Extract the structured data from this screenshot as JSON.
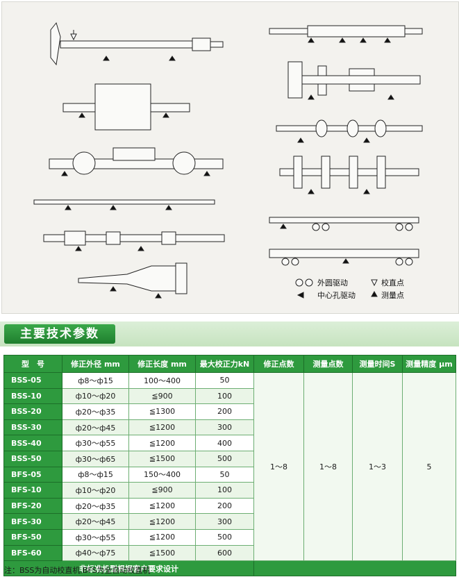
{
  "legend": {
    "outer_drive": "外圆驱动",
    "center_drive": "中心孔驱动",
    "straighten_point": "校直点",
    "measure_point": "测量点"
  },
  "section_title": "主要技术参数",
  "table": {
    "headers": [
      "型　号",
      "修正外径 mm",
      "修正长度 mm",
      "最大校正力kN",
      "修正点数",
      "测量点数",
      "测量时间S",
      "测量精度 μm"
    ],
    "rows": [
      {
        "model": "BSS-05",
        "diameter": "ф8～ф15",
        "length": "100～400",
        "force": "50"
      },
      {
        "model": "BSS-10",
        "diameter": "ф10～ф20",
        "length": "≦900",
        "force": "100"
      },
      {
        "model": "BSS-20",
        "diameter": "ф20～ф35",
        "length": "≦1300",
        "force": "200"
      },
      {
        "model": "BSS-30",
        "diameter": "ф20～ф45",
        "length": "≦1200",
        "force": "300"
      },
      {
        "model": "BSS-40",
        "diameter": "ф30～ф55",
        "length": "≦1200",
        "force": "400"
      },
      {
        "model": "BSS-50",
        "diameter": "ф30～ф65",
        "length": "≦1500",
        "force": "500"
      },
      {
        "model": "BFS-05",
        "diameter": "ф8～ф15",
        "length": "150～400",
        "force": "50"
      },
      {
        "model": "BFS-10",
        "diameter": "ф10～ф20",
        "length": "≦900",
        "force": "100"
      },
      {
        "model": "BFS-20",
        "diameter": "ф20～ф35",
        "length": "≦1200",
        "force": "200"
      },
      {
        "model": "BFS-30",
        "diameter": "ф20～ф45",
        "length": "≦1200",
        "force": "300"
      },
      {
        "model": "BFS-50",
        "diameter": "ф30～ф55",
        "length": "≦1200",
        "force": "500"
      },
      {
        "model": "BFS-60",
        "diameter": "ф40～ф75",
        "length": "≦1500",
        "force": "600"
      }
    ],
    "merged": {
      "correction_points": "1～8",
      "measure_points": "1～8",
      "measure_time": "1～3",
      "accuracy": "5"
    },
    "footer": "非标准机型根据客户要求设计"
  },
  "note": "注：BSS为自动校直机,BFS为全自动校直机",
  "colors": {
    "header_green": "#2e9a3e",
    "row_tint": "#eaf5e7"
  }
}
